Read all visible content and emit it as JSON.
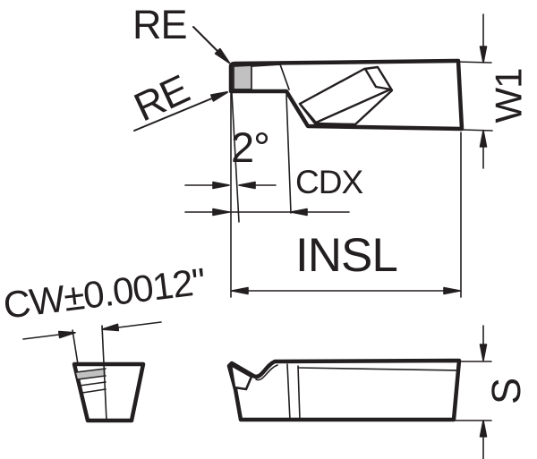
{
  "drawing": {
    "type": "technical-drawing",
    "subject": "grooving-insert-dimension-diagram",
    "views": {
      "top_view": "insert top view with corner radius, taper angle, cut depth and length dimensions",
      "front_view": "insert end view with cutting width tolerance",
      "side_view": "insert side view with thickness dimension"
    },
    "labels": {
      "re_top": "RE",
      "re_corner": "RE",
      "angle": "2°",
      "cdx": "CDX",
      "insl": "INSL",
      "w1": "W1",
      "cw": "CW±0.0012\"",
      "s": "S"
    },
    "colors": {
      "line": "#231f20",
      "tip_fill": "#c1c1c1",
      "background": "#ffffff"
    }
  }
}
